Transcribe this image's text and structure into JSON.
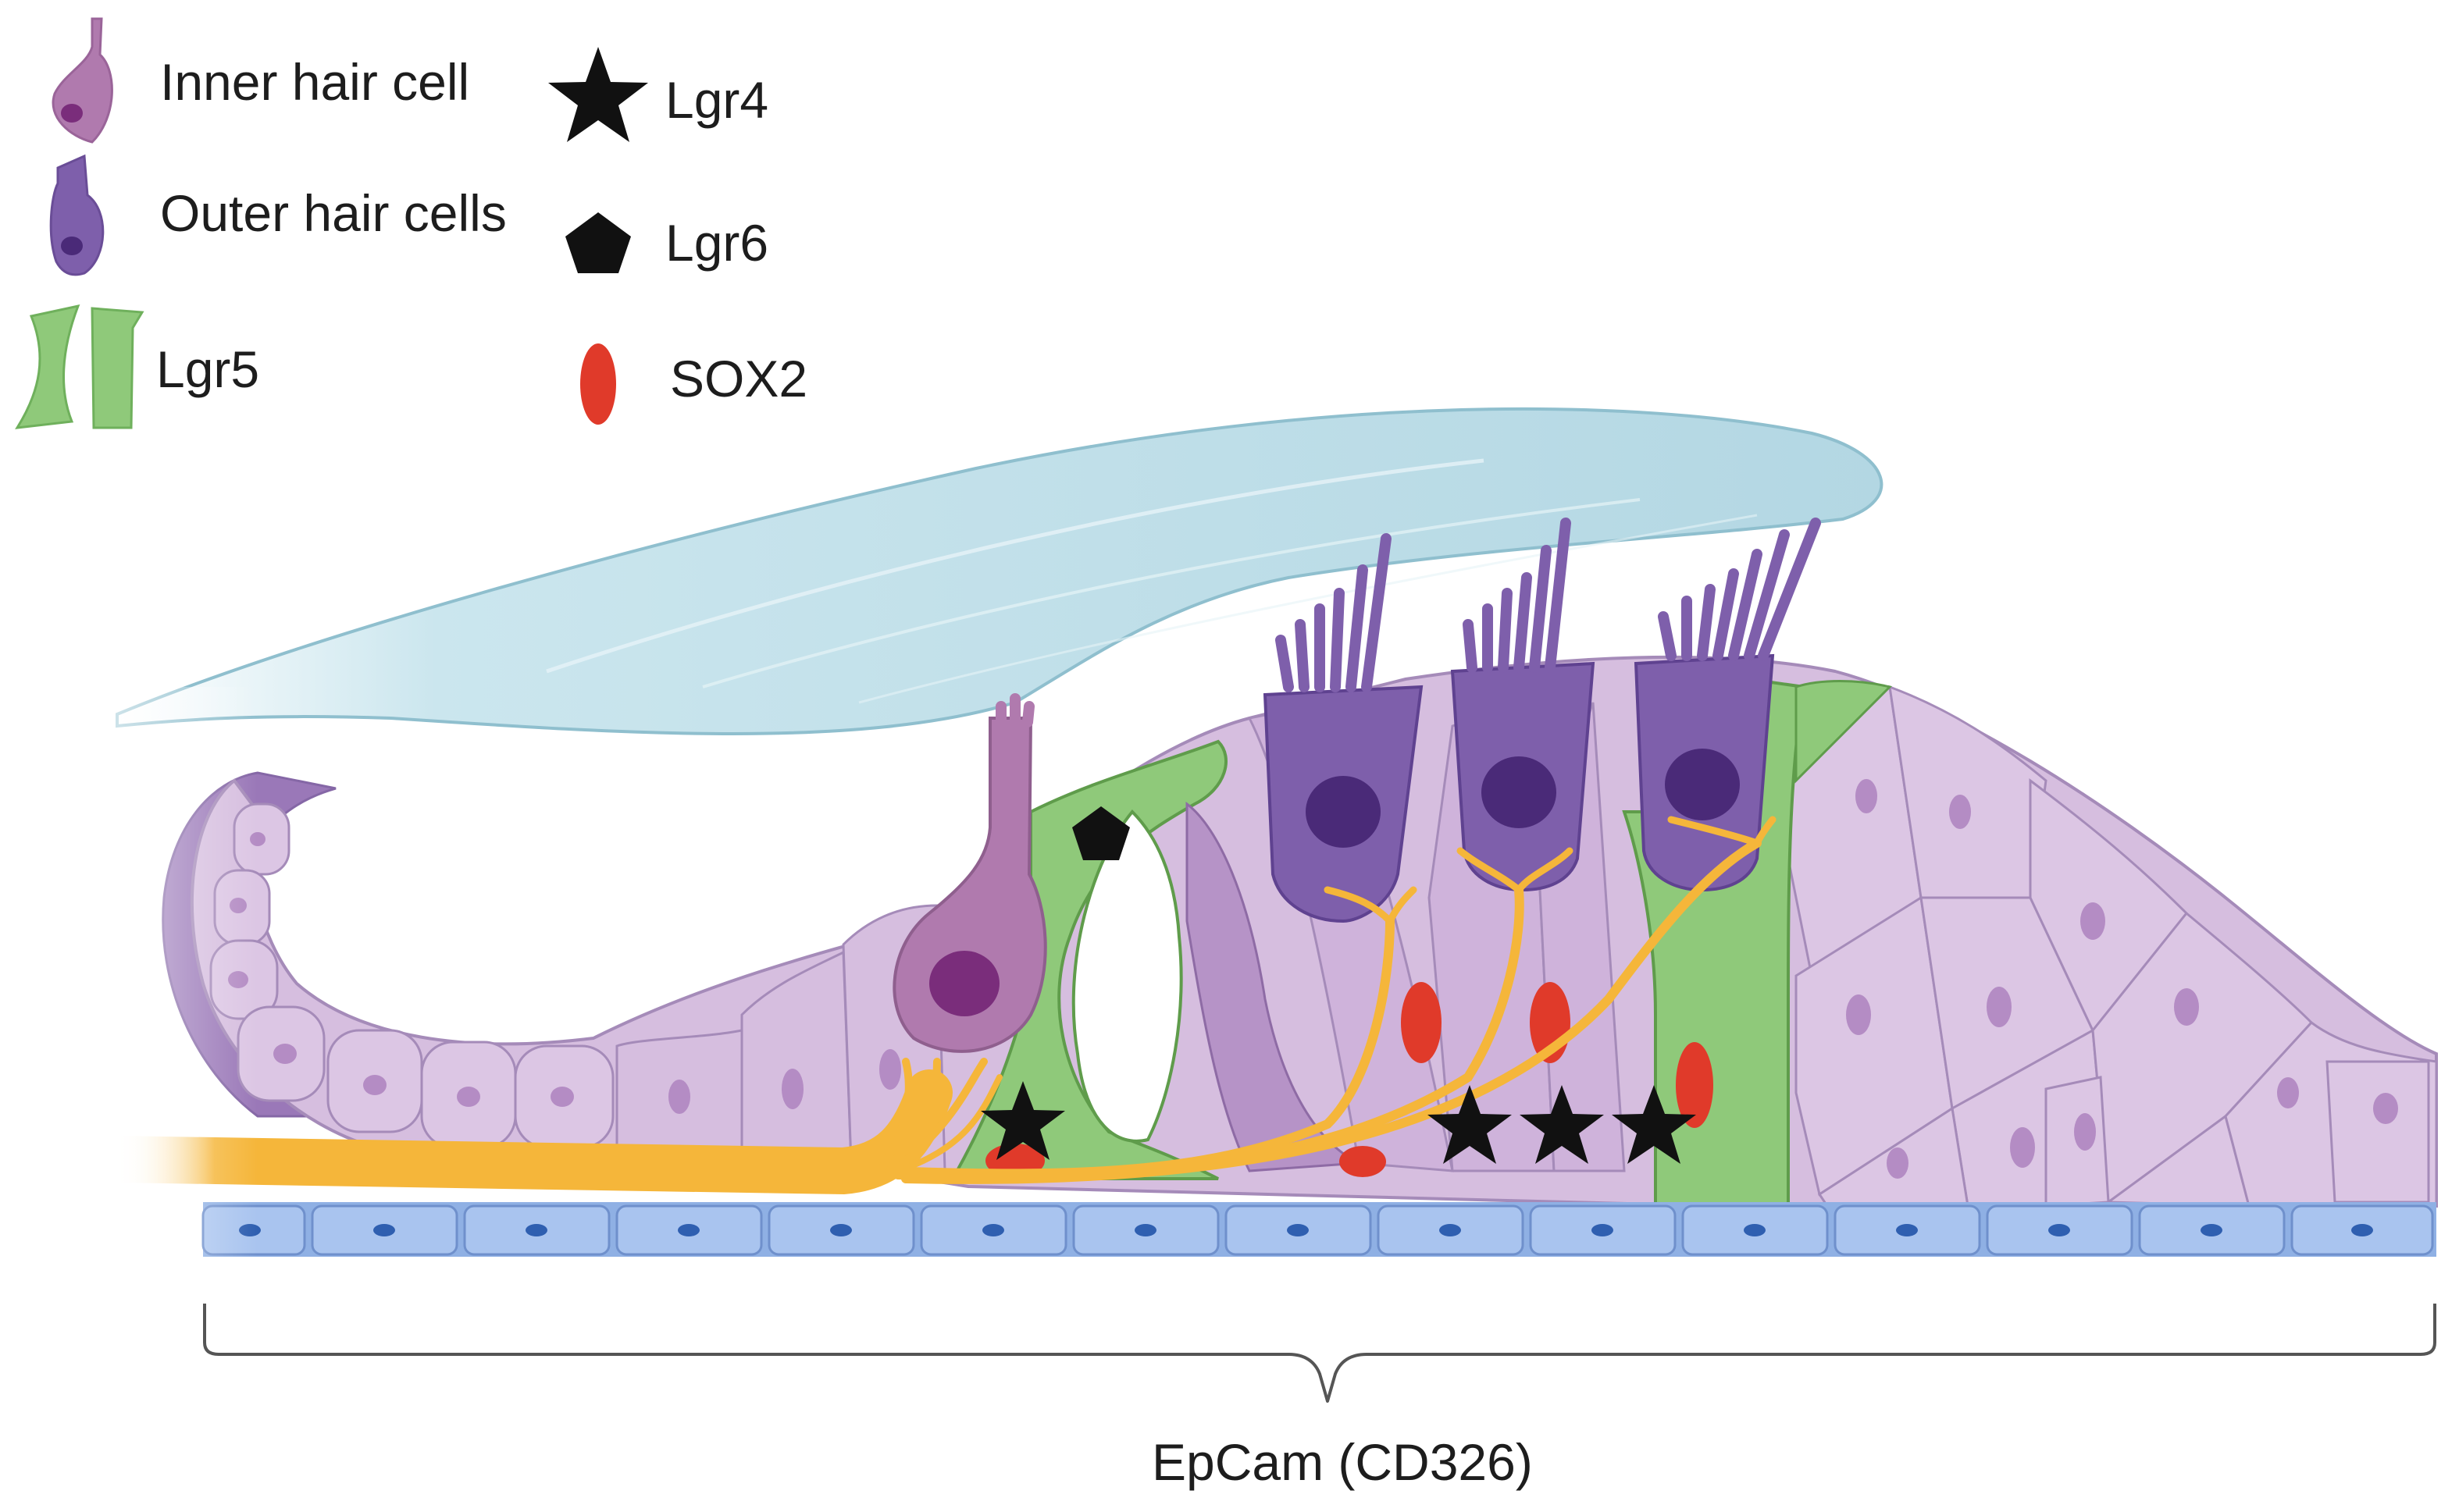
{
  "legend": {
    "inner_hair_cell": "Inner hair cell",
    "outer_hair_cells": "Outer hair cells",
    "lgr5": "Lgr5",
    "lgr4": "Lgr4",
    "lgr6": "Lgr6",
    "sox2": "SOX2"
  },
  "bracket_label": "EpCam (CD326)",
  "icons": {
    "inner_hair_cell": "inner-hair-cell-icon",
    "outer_hair_cells": "outer-hair-cell-icon",
    "lgr5": "lgr5-supporting-cell-icon",
    "lgr4": "star-icon",
    "lgr6": "pentagon-icon",
    "sox2": "red-oval-icon"
  },
  "colors": {
    "inner_hair_cell": "#b07aae",
    "outer_hair_cells": "#7e5fab",
    "lgr5": "#8fc97a",
    "lgr4": "#111111",
    "lgr6": "#111111",
    "sox2": "#e03a2a",
    "supporting_cells": "#d6bedf",
    "tectorial_membrane": "#b9dbe6",
    "basilar_cells": "#a9c4ef",
    "nerve_fibers": "#f5b63a"
  }
}
